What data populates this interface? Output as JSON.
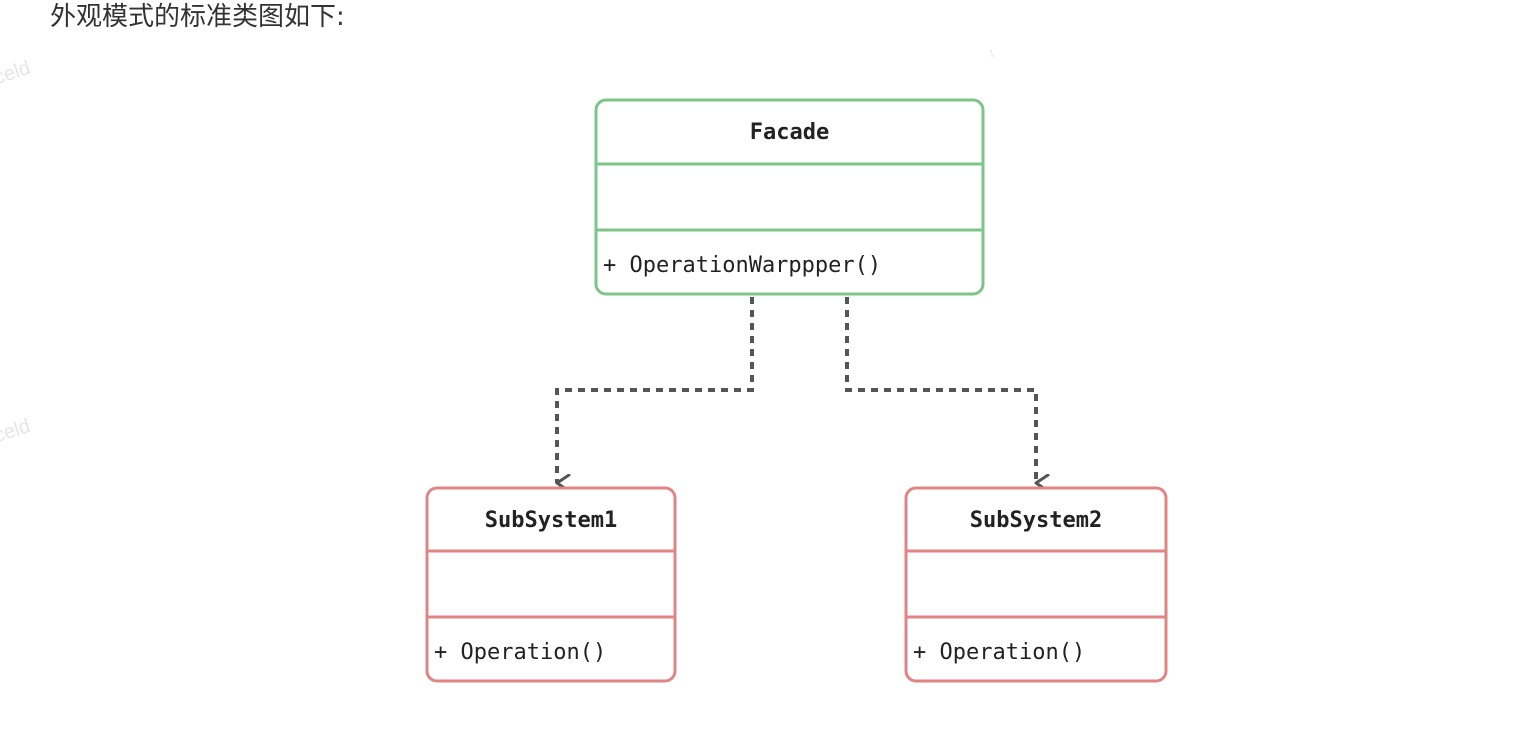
{
  "caption": "外观模式的标准类图如下:",
  "watermarks": [
    "celd",
    "celd",
    "↕"
  ],
  "colors": {
    "facade_border": "#7dc48a",
    "subsystem_border": "#e08585",
    "connector": "#555555",
    "text": "#222222"
  },
  "classes": {
    "facade": {
      "name": "Facade",
      "attributes": "",
      "operation": "+ OperationWarppper()"
    },
    "subsystem1": {
      "name": "SubSystem1",
      "attributes": "",
      "operation": "+ Operation()"
    },
    "subsystem2": {
      "name": "SubSystem2",
      "attributes": "",
      "operation": "+ Operation()"
    }
  },
  "relations": [
    {
      "from": "Facade",
      "to": "SubSystem1",
      "style": "dashed-arrow"
    },
    {
      "from": "Facade",
      "to": "SubSystem2",
      "style": "dashed-arrow"
    }
  ]
}
